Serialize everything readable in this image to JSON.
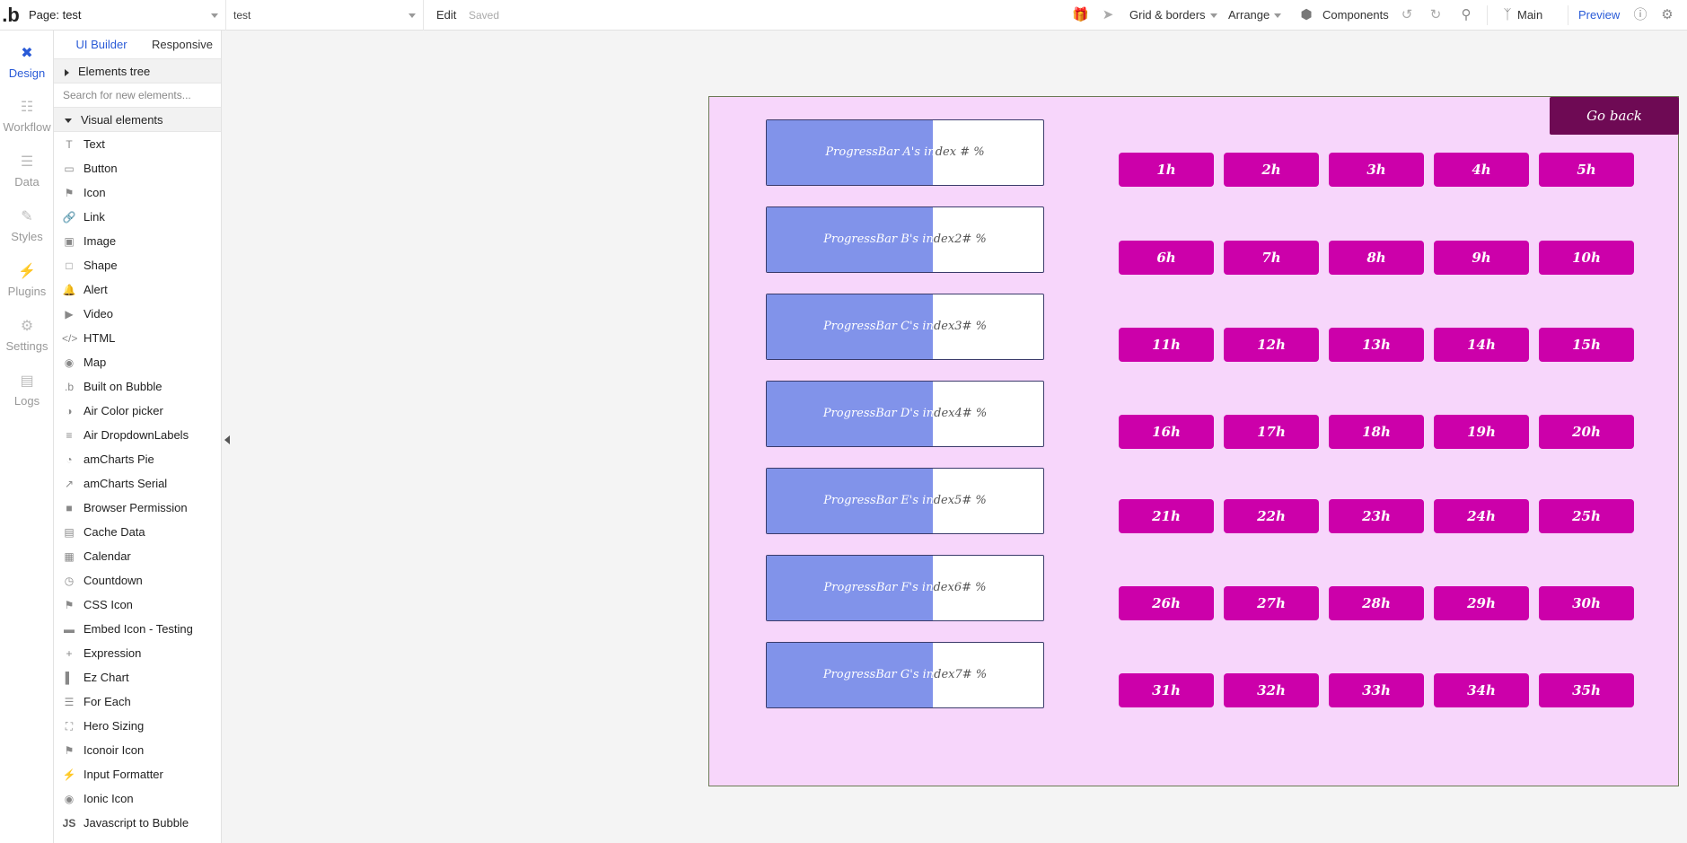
{
  "topbar": {
    "page_select": "Page: test",
    "view_select": "test",
    "edit": "Edit",
    "saved": "Saved",
    "grid_borders": "Grid & borders",
    "arrange": "Arrange",
    "components": "Components",
    "branch": "Main",
    "preview": "Preview"
  },
  "rail": [
    {
      "label": "Design",
      "icon": "design-icon"
    },
    {
      "label": "Workflow",
      "icon": "workflow-icon"
    },
    {
      "label": "Data",
      "icon": "data-icon"
    },
    {
      "label": "Styles",
      "icon": "styles-icon"
    },
    {
      "label": "Plugins",
      "icon": "plugins-icon"
    },
    {
      "label": "Settings",
      "icon": "settings-icon"
    },
    {
      "label": "Logs",
      "icon": "logs-icon"
    }
  ],
  "panel": {
    "tab_ui_builder": "UI Builder",
    "tab_responsive": "Responsive",
    "elements_tree": "Elements tree",
    "search_placeholder": "Search for new elements...",
    "visual_elements": "Visual elements",
    "items": [
      {
        "label": "Text",
        "icon": "text-icon"
      },
      {
        "label": "Button",
        "icon": "button-icon"
      },
      {
        "label": "Icon",
        "icon": "flag-icon"
      },
      {
        "label": "Link",
        "icon": "link-icon"
      },
      {
        "label": "Image",
        "icon": "image-icon"
      },
      {
        "label": "Shape",
        "icon": "shape-icon"
      },
      {
        "label": "Alert",
        "icon": "bell-icon"
      },
      {
        "label": "Video",
        "icon": "video-icon"
      },
      {
        "label": "HTML",
        "icon": "code-icon"
      },
      {
        "label": "Map",
        "icon": "map-pin-icon"
      },
      {
        "label": "Built on Bubble",
        "icon": "bubble-icon"
      },
      {
        "label": "Air Color picker",
        "icon": "palette-icon"
      },
      {
        "label": "Air DropdownLabels",
        "icon": "filter-icon"
      },
      {
        "label": "amCharts Pie",
        "icon": "pie-icon"
      },
      {
        "label": "amCharts Serial",
        "icon": "line-chart-icon"
      },
      {
        "label": "Browser Permission",
        "icon": "square-icon"
      },
      {
        "label": "Cache Data",
        "icon": "cache-icon"
      },
      {
        "label": "Calendar",
        "icon": "calendar-icon"
      },
      {
        "label": "Countdown",
        "icon": "clock-icon"
      },
      {
        "label": "CSS Icon",
        "icon": "flag-icon"
      },
      {
        "label": "Embed Icon - Testing",
        "icon": "embed-icon"
      },
      {
        "label": "Expression",
        "icon": "plus-icon"
      },
      {
        "label": "Ez Chart",
        "icon": "bar-chart-icon"
      },
      {
        "label": "For Each",
        "icon": "list-icon"
      },
      {
        "label": "Hero Sizing",
        "icon": "expand-icon"
      },
      {
        "label": "Iconoir Icon",
        "icon": "flag-icon"
      },
      {
        "label": "Input Formatter",
        "icon": "bolt-icon"
      },
      {
        "label": "Ionic Icon",
        "icon": "circle-icon"
      },
      {
        "label": "Javascript to Bubble",
        "icon": "js-icon"
      }
    ]
  },
  "canvas": {
    "go_back": "Go back",
    "progress_bars": [
      {
        "pre": "ProgressBar A's in",
        "post": "dex # %",
        "fill": 0.6
      },
      {
        "pre": "ProgressBar B's in",
        "post": "dex2# %",
        "fill": 0.6
      },
      {
        "pre": "ProgressBar C's in",
        "post": "dex3# %",
        "fill": 0.6
      },
      {
        "pre": "ProgressBar D's in",
        "post": "dex4# %",
        "fill": 0.6
      },
      {
        "pre": "ProgressBar E's in",
        "post": "dex5# %",
        "fill": 0.6
      },
      {
        "pre": "ProgressBar F's in",
        "post": "dex6# %",
        "fill": 0.6
      },
      {
        "pre": "ProgressBar G's in",
        "post": "dex7# %",
        "fill": 0.6
      }
    ],
    "hour_buttons": [
      "1h",
      "2h",
      "3h",
      "4h",
      "5h",
      "6h",
      "7h",
      "8h",
      "9h",
      "10h",
      "11h",
      "12h",
      "13h",
      "14h",
      "15h",
      "16h",
      "17h",
      "18h",
      "19h",
      "20h",
      "21h",
      "22h",
      "23h",
      "24h",
      "25h",
      "26h",
      "27h",
      "28h",
      "29h",
      "30h",
      "31h",
      "32h",
      "33h",
      "34h",
      "35h"
    ]
  }
}
